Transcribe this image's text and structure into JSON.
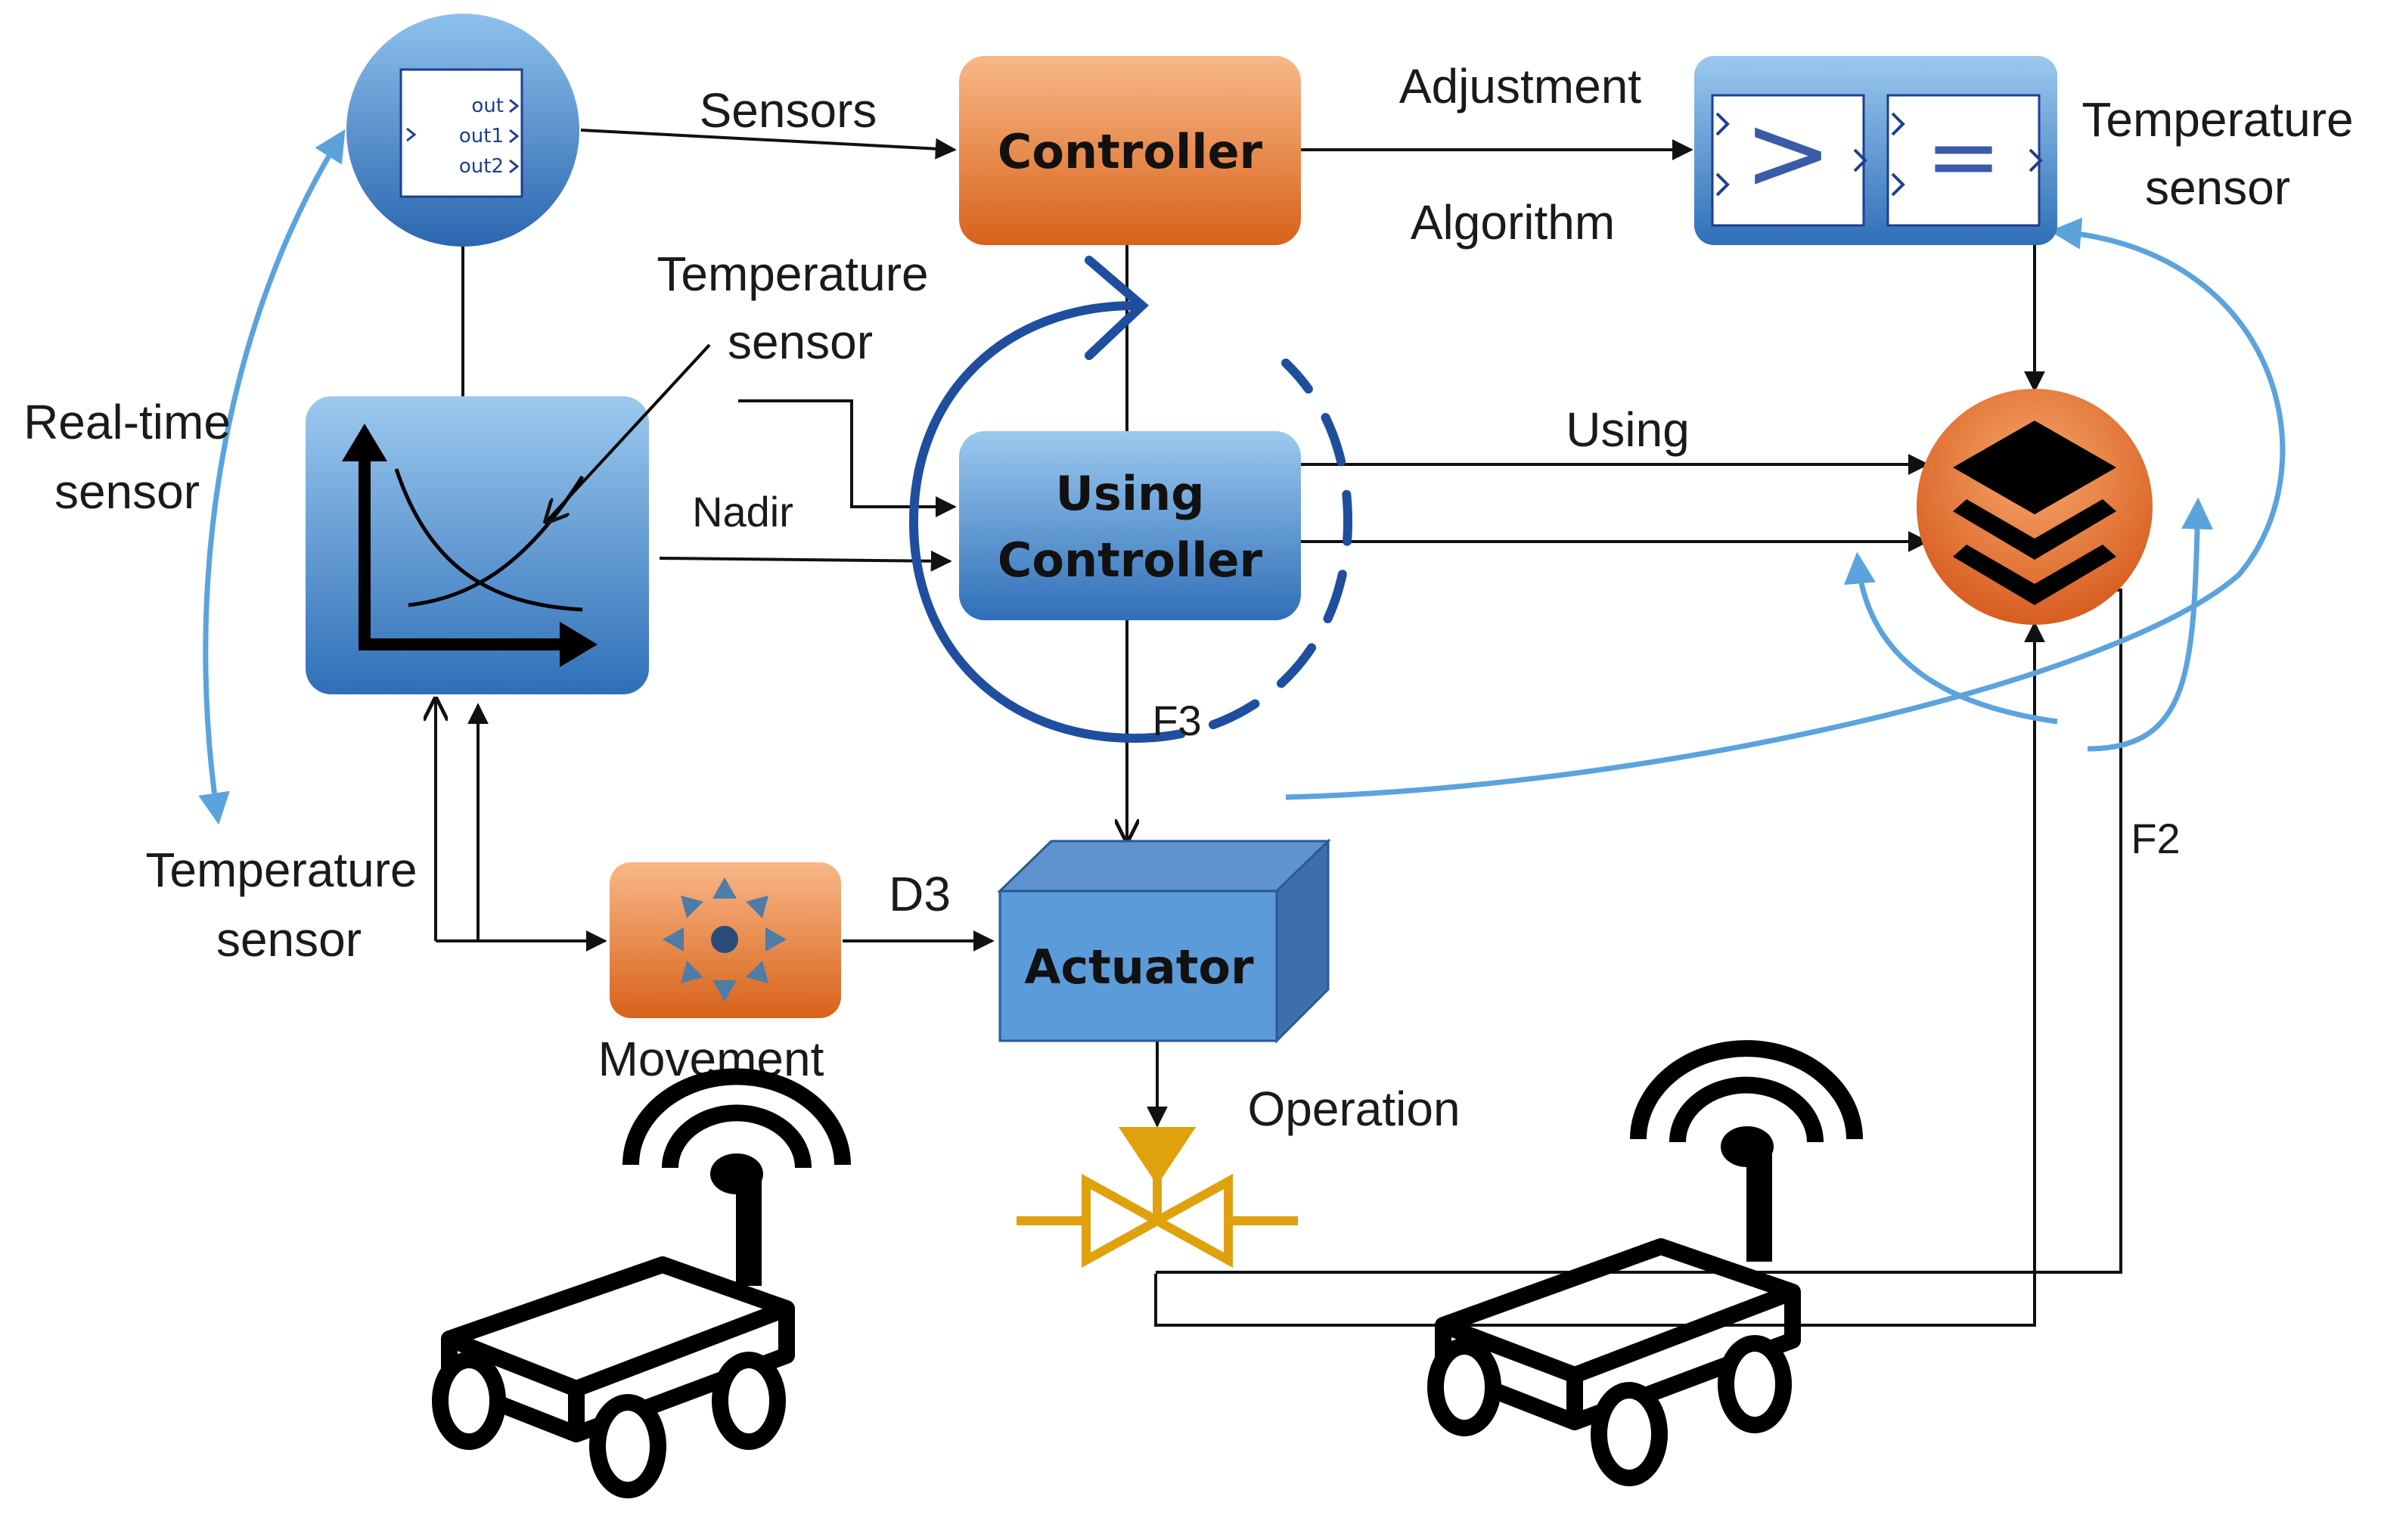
{
  "nodes": {
    "controller": "Controller",
    "using_controller": [
      "Using",
      "Controller"
    ],
    "actuator": "Actuator",
    "movement": "Movement",
    "subsystem_ports": [
      "out",
      "out1",
      "out2"
    ]
  },
  "labels": {
    "sensors": "Sensors",
    "adjustment": "Adjustment",
    "algorithm": "Algorithm",
    "temp_sensor_top_right": [
      "Temperature",
      "sensor"
    ],
    "temp_sensor_mid": [
      "Temperature",
      "sensor"
    ],
    "temp_sensor_bottom_left": [
      "Temperature",
      "sensor"
    ],
    "real_time_sensor": [
      "Real-time",
      "sensor"
    ],
    "nadir": "Nadir",
    "using": "Using",
    "f3": "F3",
    "f2": "F2",
    "d3": "D3",
    "operation": "Operation"
  },
  "colors": {
    "blue_box_top": "#8ec1ec",
    "blue_box_bottom": "#2f6fb8",
    "orange_top": "#f7b27a",
    "orange_bottom": "#d9661b",
    "light_blue_arrow": "#5ba3dd",
    "dark_blue_cycle": "#1f4e9f",
    "valve": "#e0a10f",
    "line": "#111111"
  }
}
